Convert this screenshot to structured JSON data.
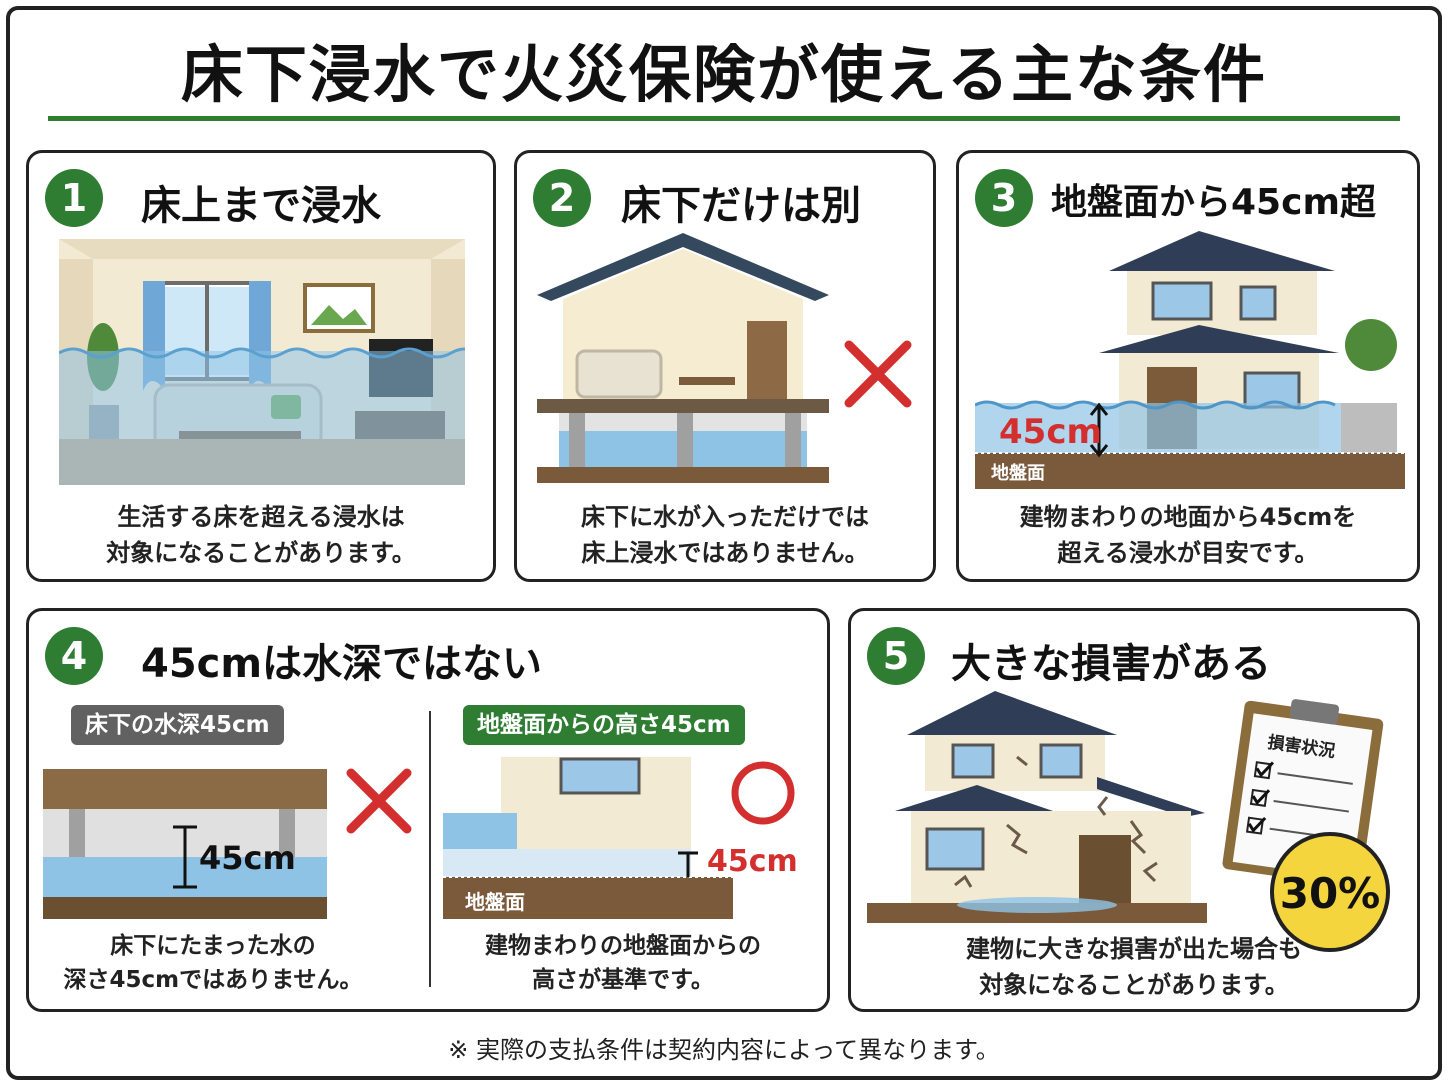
{
  "title": "床下浸水で火災保険が使える主な条件",
  "cards": [
    {
      "number": "1",
      "heading": "床上まで浸水",
      "desc_line1": "生活する床を超える浸水は",
      "desc_line2": "対象になることがあります。"
    },
    {
      "number": "2",
      "heading": "床下だけは別",
      "desc_line1": "床下に水が入っただけでは",
      "desc_line2": "床上浸水ではありません。",
      "mark_icon": "cross-mark"
    },
    {
      "number": "3",
      "heading": "地盤面から45cm超",
      "measure_label": "45cm",
      "ground_label": "地盤面",
      "desc_line1": "建物まわりの地面から45cmを",
      "desc_line2": "超える浸水が目安です。"
    },
    {
      "number": "4",
      "heading": "45cmは水深ではない",
      "left_tag": "床下の水深45cm",
      "left_measure": "45cm",
      "left_desc_line1": "床下にたまった水の",
      "left_desc_line2": "深さ45cmではありません。",
      "right_tag": "地盤面からの高さ45cm",
      "right_measure": "45cm",
      "right_ground_label": "地盤面",
      "right_desc_line1": "建物まわりの地盤面からの",
      "right_desc_line2": "高さが基準です。"
    },
    {
      "number": "5",
      "heading": "大きな損害がある",
      "clipboard_title": "損害状況",
      "percent_badge": "30%",
      "desc_line1": "建物に大きな損害が出た場合も",
      "desc_line2": "対象になることがあります。"
    }
  ],
  "footnote": "※ 実際の支払条件は契約内容によって異なります。",
  "colors": {
    "accent_green": "#2e7d32",
    "water_blue": "#8fc3e6",
    "cross_red": "#d32f2f",
    "tag_gray": "#616161",
    "badge_yellow": "#f5d53d"
  }
}
